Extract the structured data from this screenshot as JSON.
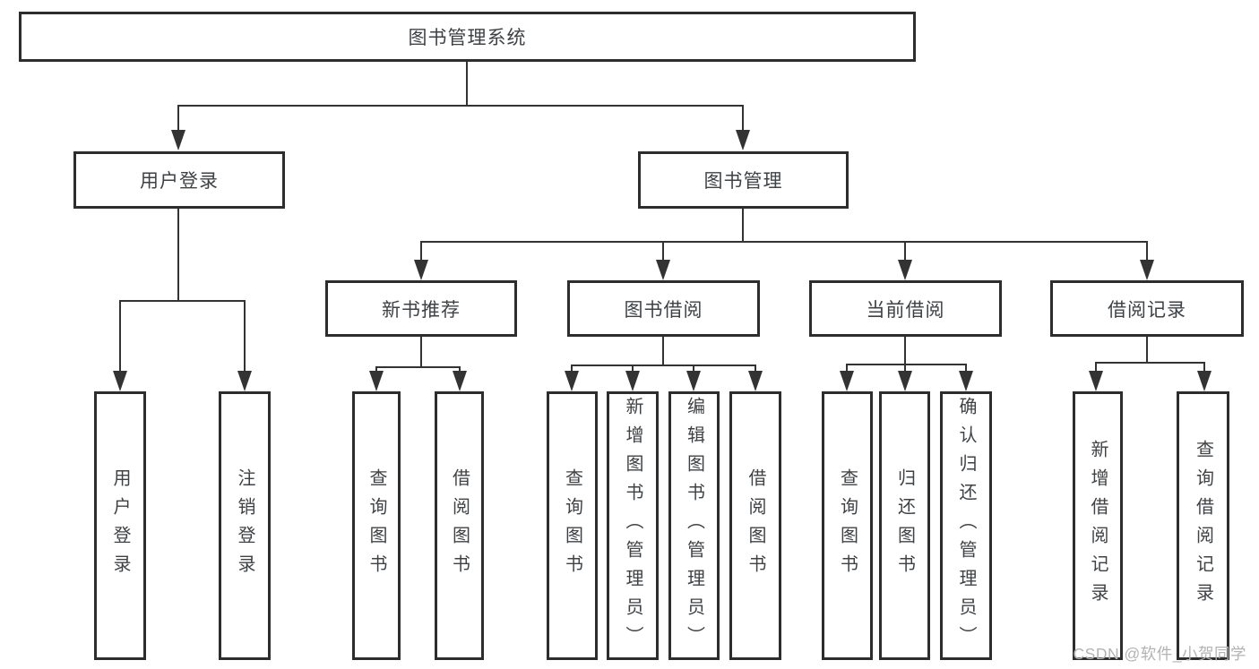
{
  "diagram": {
    "root": {
      "label": "图书管理系统"
    },
    "branches": [
      {
        "label": "用户登录",
        "children": [
          {
            "label": "用户登录"
          },
          {
            "label": "注销登录"
          }
        ]
      },
      {
        "label": "图书管理",
        "children": [
          {
            "label": "新书推荐",
            "children": [
              {
                "label": "查询图书"
              },
              {
                "label": "借阅图书"
              }
            ]
          },
          {
            "label": "图书借阅",
            "children": [
              {
                "label": "查询图书"
              },
              {
                "label": "新增图书（管理员）"
              },
              {
                "label": "编辑图书（管理员）"
              },
              {
                "label": "借阅图书"
              }
            ]
          },
          {
            "label": "当前借阅",
            "children": [
              {
                "label": "查询图书"
              },
              {
                "label": "归还图书"
              },
              {
                "label": "确认归还（管理员）"
              }
            ]
          },
          {
            "label": "借阅记录",
            "children": [
              {
                "label": "新增借阅记录"
              },
              {
                "label": "查询借阅记录"
              }
            ]
          }
        ]
      }
    ]
  },
  "watermark": {
    "text": "CSDN @软件_小贺同学"
  },
  "colors": {
    "line": "#333333",
    "node_border": "#2d2d2d",
    "node_text": "#3f4245",
    "watermark": "#b3b3b3",
    "background": "#ffffff"
  }
}
